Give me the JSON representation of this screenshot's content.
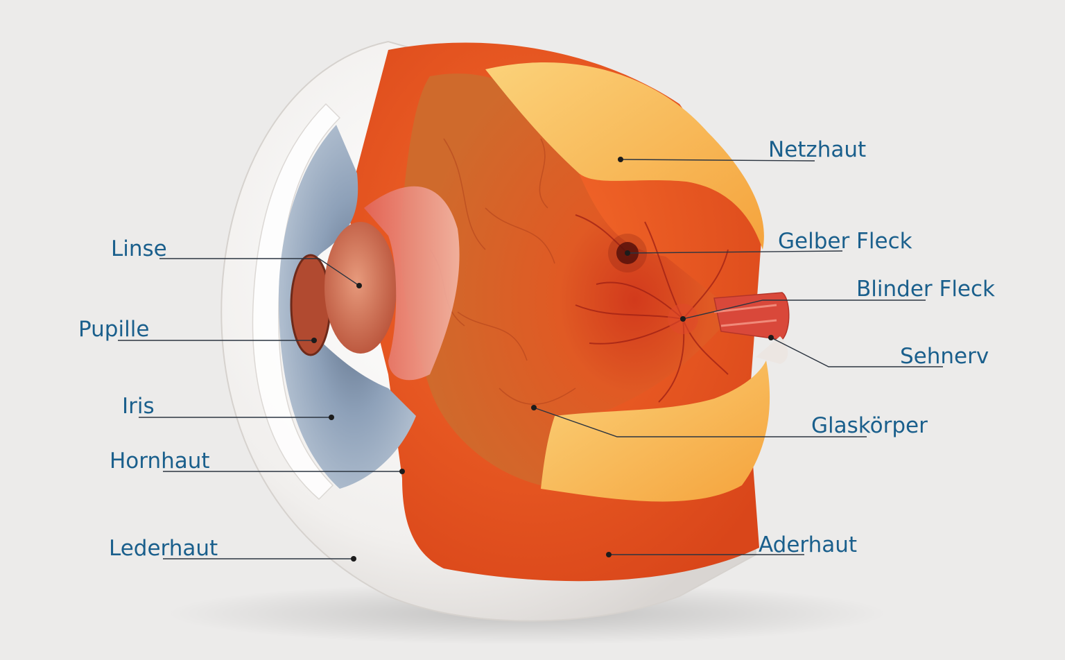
{
  "labels": {
    "netzhaut": "Netzhaut",
    "gelber_fleck": "Gelber Fleck",
    "blinder_fleck": "Blinder Fleck",
    "sehnerv": "Sehnerv",
    "glaskoerper": "Glaskörper",
    "aderhaut": "Aderhaut",
    "linse": "Linse",
    "pupille": "Pupille",
    "iris": "Iris",
    "hornhaut": "Hornhaut",
    "lederhaut": "Lederhaut"
  },
  "colors": {
    "background": "#ecebea",
    "label_text": "#1a5f8c",
    "sclera": "#f4f2f0",
    "choroid": "#e8501f",
    "retina": "#f7b24a",
    "vitreous": "#d85a22",
    "iris": "#8b9db5",
    "lens": "#c8684a",
    "optic_nerve": "#d9483a"
  }
}
